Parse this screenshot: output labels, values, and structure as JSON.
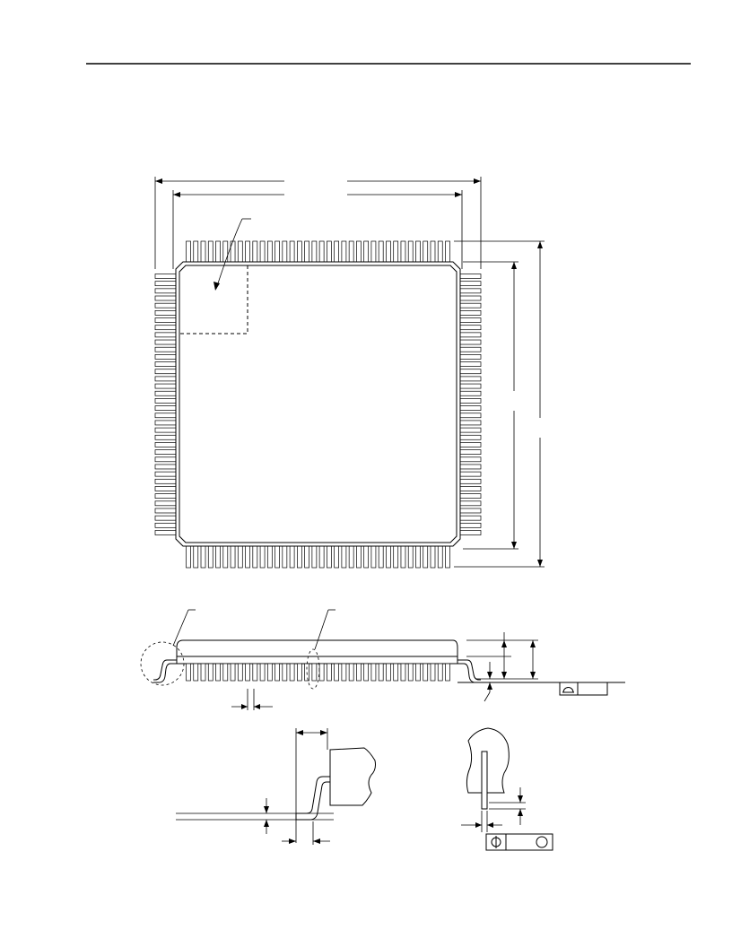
{
  "page": {
    "title": "",
    "annotations": []
  },
  "package": {
    "pins_per_side": 36,
    "views": [
      "top-view",
      "side-view",
      "lead-detail",
      "lead-front-detail"
    ]
  }
}
